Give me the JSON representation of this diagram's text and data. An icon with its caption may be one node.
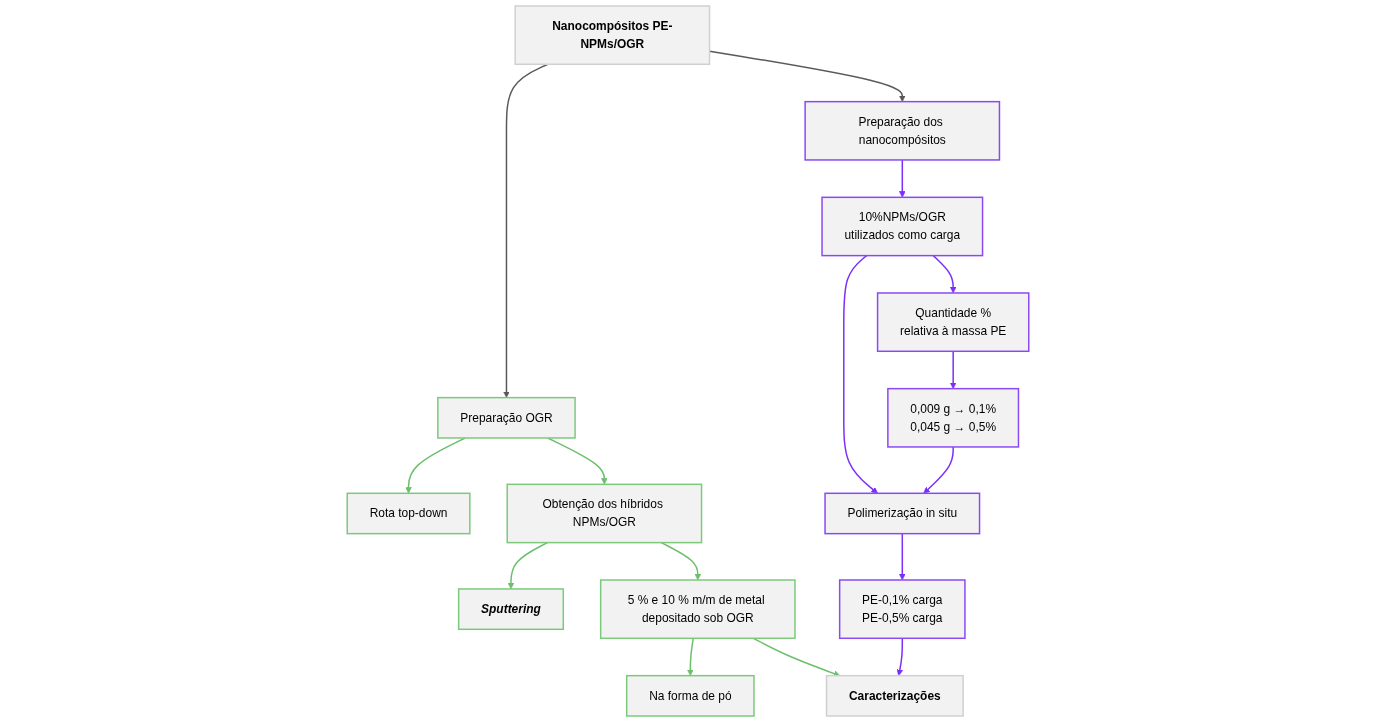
{
  "diagram": {
    "nodes": [
      {
        "text": [
          "Nanocompósitos PE-NPMs/OGR"
        ]
      },
      {
        "text": [
          "Preparação OGR"
        ]
      },
      {
        "text": [
          "Rota top-down"
        ]
      },
      {
        "text": [
          "Obtenção dos híbridos NPMs/OGR"
        ]
      },
      {
        "text": [
          "Sputtering"
        ]
      },
      {
        "text": [
          "5 % e 10 % m/m de metal depositado sob OGR"
        ]
      },
      {
        "text": [
          "Na forma de pó"
        ]
      },
      {
        "text": [
          "Preparação dos nanocompósitos"
        ]
      },
      {
        "text": [
          "10%NPMs/OGR",
          "utilizados como carga"
        ]
      },
      {
        "text": [
          "Quantidade %",
          "relativa à massa PE"
        ]
      },
      {
        "text": [
          "Polimerização in situ"
        ]
      },
      {
        "text": [
          "0,009 g → 0,1%",
          "0,045 g → 0,5%"
        ]
      },
      {
        "text": [
          "PE-0,1% carga",
          "PE-0,5% carga"
        ]
      },
      {
        "text": [
          "Caracterizações"
        ]
      }
    ],
    "edges": [
      {
        "from": 0,
        "to": 1,
        "arrow": "to",
        "color": "#595959"
      },
      {
        "from": 0,
        "to": 7,
        "arrow": "to",
        "color": "#595959"
      },
      {
        "from": 1,
        "to": 2,
        "arrow": "to",
        "color": "#6cbf6c"
      },
      {
        "from": 1,
        "to": 3,
        "arrow": "to",
        "color": "#6cbf6c"
      },
      {
        "from": 3,
        "to": 4,
        "arrow": "to",
        "color": "#6cbf6c"
      },
      {
        "from": 3,
        "to": 5,
        "arrow": "to",
        "color": "#6cbf6c"
      },
      {
        "from": 5,
        "to": 6,
        "arrow": "to",
        "color": "#6cbf6c"
      },
      {
        "from": 5,
        "to": 13,
        "arrow": "to",
        "color": "#6cbf6c"
      },
      {
        "from": 7,
        "to": 8,
        "arrow": "to",
        "color": "#7b2ff7"
      },
      {
        "from": 8,
        "to": 9,
        "arrow": "to",
        "color": "#7b2ff7"
      },
      {
        "from": 8,
        "to": 10,
        "arrow": "to",
        "color": "#7b2ff7"
      },
      {
        "from": 9,
        "to": 11,
        "arrow": "to",
        "color": "#7b2ff7"
      },
      {
        "from": 11,
        "to": 10,
        "arrow": "to",
        "color": "#7b2ff7"
      },
      {
        "from": 10,
        "to": 12,
        "arrow": "to",
        "color": "#7b2ff7"
      },
      {
        "from": 12,
        "to": 13,
        "arrow": "to",
        "color": "#7b2ff7"
      }
    ]
  }
}
